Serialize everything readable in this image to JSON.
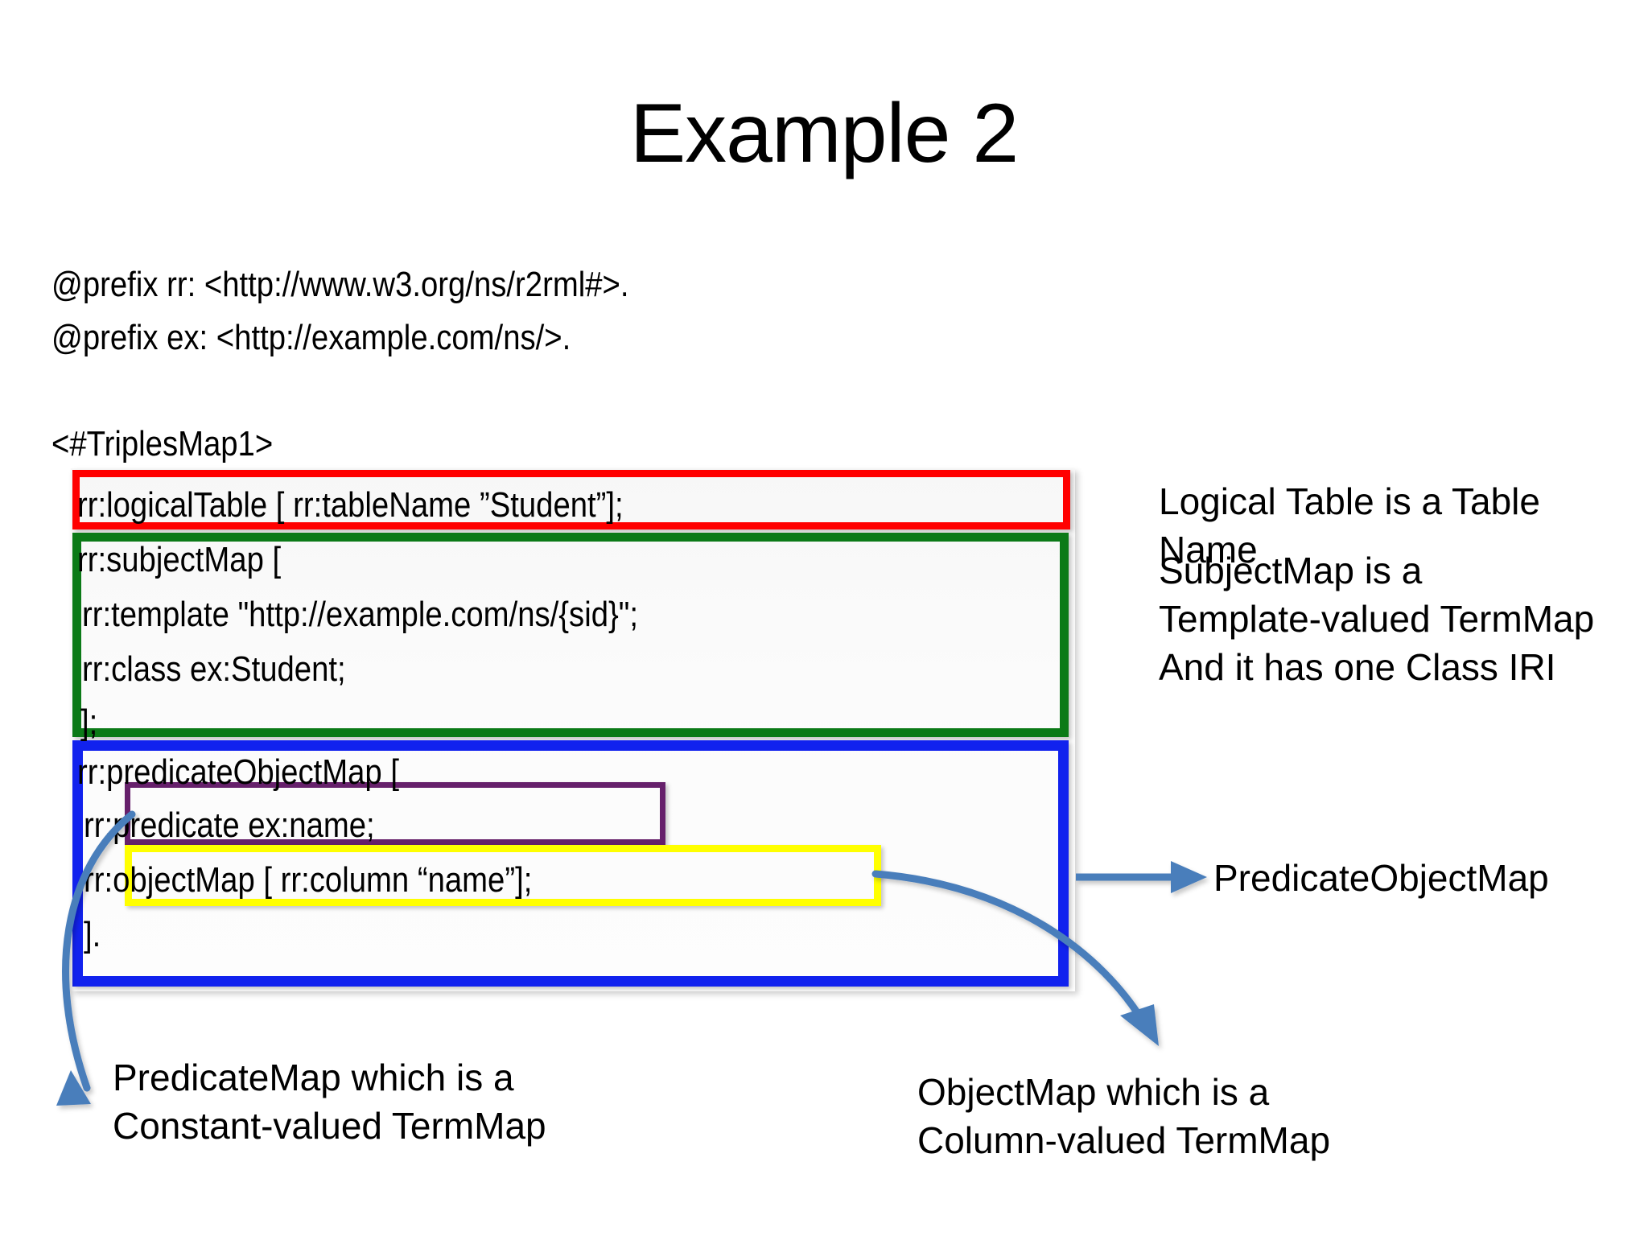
{
  "slide": {
    "title": "Example 2",
    "background_color": "#ffffff"
  },
  "turtle_header": {
    "prefix_rr": "@prefix rr: <http://www.w3.org/ns/r2rml#>.",
    "prefix_ex": "@prefix ex: <http://example.com/ns/>.",
    "triples_map_id": "<#TriplesMap1>"
  },
  "code_lines": {
    "logical_table": "rr:logicalTable [ rr:tableName ”Student”];",
    "subject_map_open": "rr:subjectMap [",
    "template": "rr:template \"http://example.com/ns/{sid}\";",
    "class": "rr:class ex:Student;",
    "subject_map_close": "];",
    "predicate_object_map_open": "rr:predicateObjectMap [",
    "predicate": "rr:predicate ex:name;",
    "object_map": "rr:objectMap [ rr:column “name”];",
    "predicate_object_map_close": "]."
  },
  "highlights": {
    "logical_table_color": "#FF0000",
    "subject_map_color": "#0B7A17",
    "predicate_object_map_color": "#1122EE",
    "predicate_color": "#66206B",
    "object_map_color": "#FFFF00"
  },
  "annotations": {
    "logical_table": "Logical Table is a Table Name",
    "subject_map": "SubjectMap is a\nTemplate-valued TermMap\nAnd it has one Class IRI",
    "predicate_object_map": "PredicateObjectMap",
    "predicate_map": "PredicateMap which is a\nConstant-valued TermMap",
    "object_map": "ObjectMap which is a\nColumn-valued TermMap"
  },
  "arrow_color": "#4A7EBB"
}
